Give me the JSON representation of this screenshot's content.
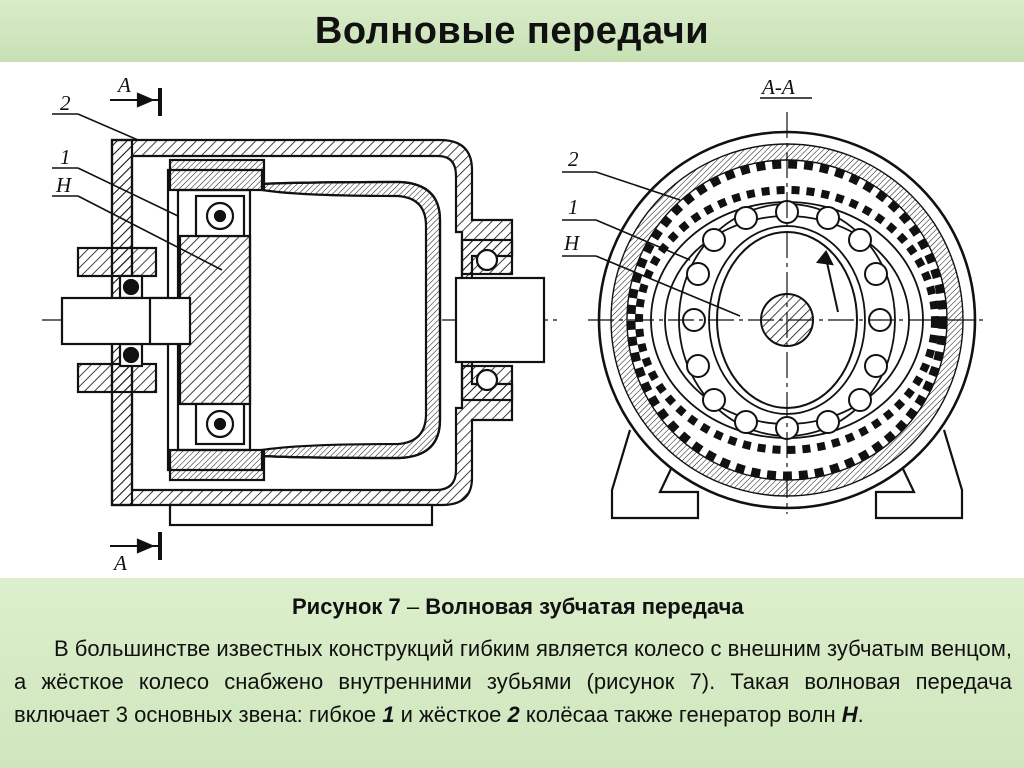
{
  "title": "Волновые передачи",
  "figure": {
    "labels": {
      "section_top": "А",
      "section_bottom": "А",
      "section_view": "А-А",
      "left_2": "2",
      "left_1": "1",
      "left_h": "Н",
      "right_2": "2",
      "right_1": "1",
      "right_h": "Н"
    }
  },
  "caption": {
    "number": "Рисунок 7",
    "dash": " – ",
    "text": "Волновая зубчатая передача"
  },
  "paragraph": {
    "part1": "В большинстве известных конструкций гибким является колесо с внешним зубчатым венцом, а жёсткое колесо снабжено внутренними зубьями (рисунок 7). Такая волновая передача включает 3 основных звена: гибкое ",
    "num1": "1",
    "part2": " и жёсткое ",
    "num2": "2",
    "part3": " колёсаа также генератор волн ",
    "h": "Н",
    "part4": "."
  }
}
